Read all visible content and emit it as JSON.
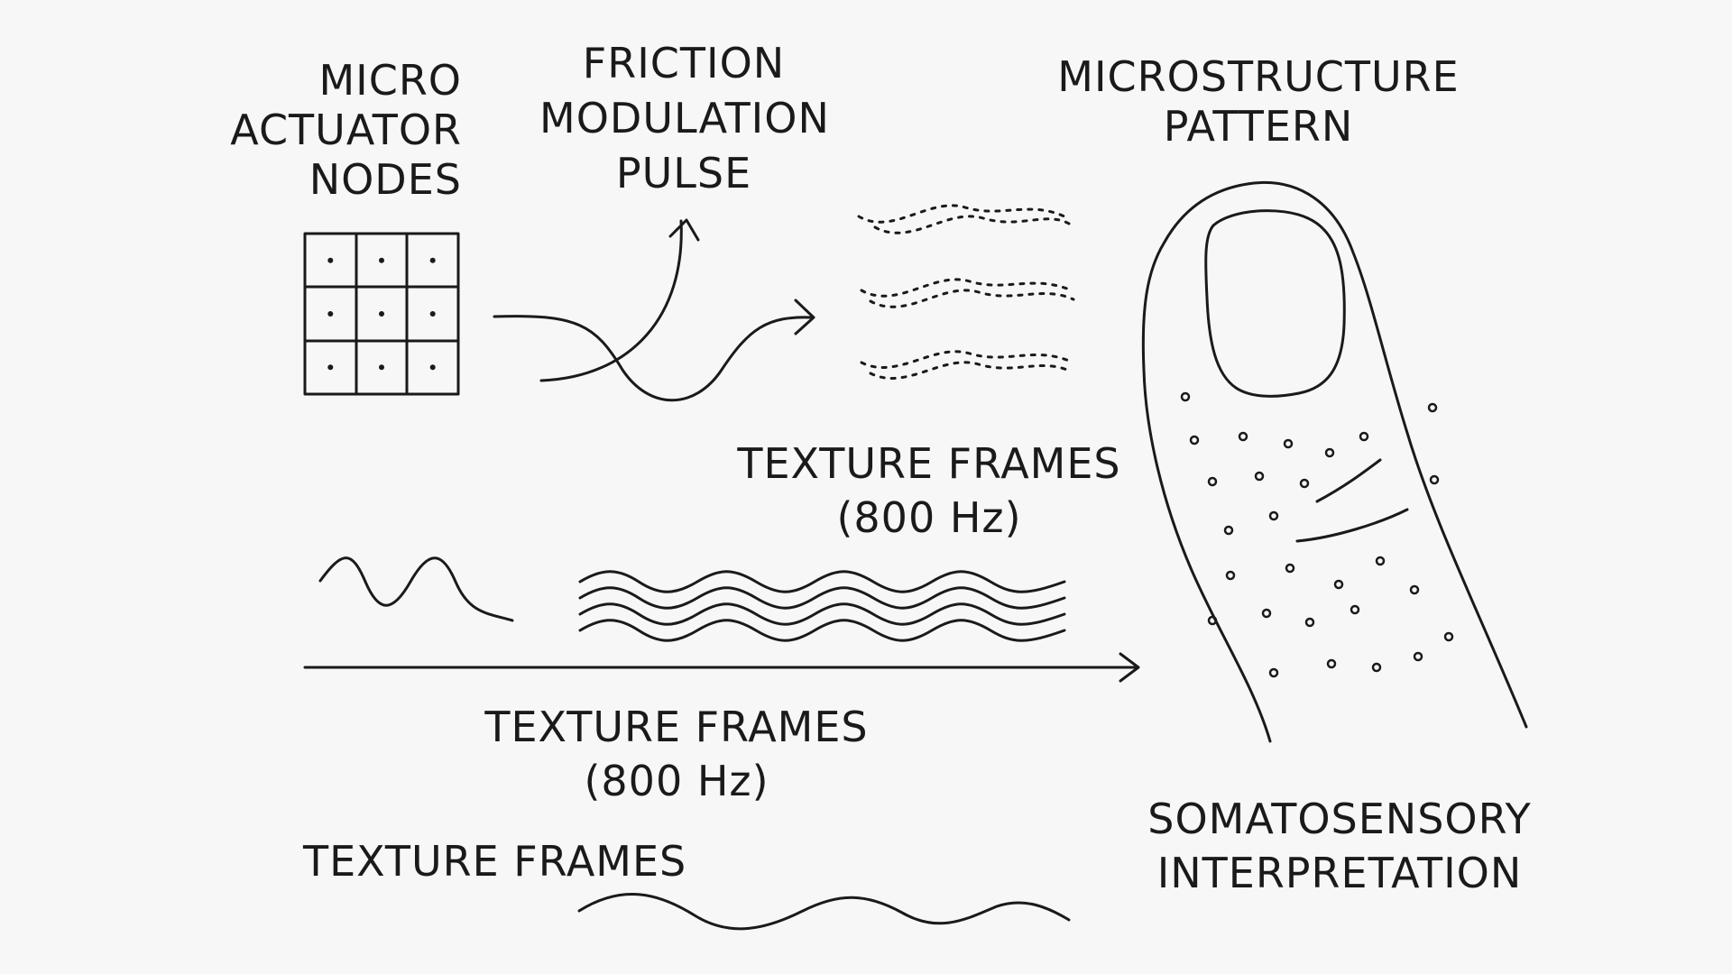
{
  "labels": {
    "micro_actuator_nodes": [
      "MICRO",
      "ACTUATOR",
      "NODES"
    ],
    "friction_modulation_pulse": [
      "FRICTION",
      "MODULATION",
      "PULSE"
    ],
    "microstructure_pattern": [
      "MICROSTRUCTURE",
      "PATTERN"
    ],
    "texture_frames_upper": [
      "TEXTURE FRAMES",
      "(800 Hz)"
    ],
    "texture_frames_middle": [
      "TEXTURE FRAMES",
      "(800 Hz)"
    ],
    "texture_frames_bottom": "TEXTURE FRAMES",
    "somatosensory_interpretation": [
      "SOMATOSENSORY",
      "INTERPRETATION"
    ]
  },
  "actuator_grid": {
    "rows": 3,
    "cols": 3
  },
  "colors": {
    "ink": "#1a1a1a",
    "background": "#f7f7f7"
  }
}
